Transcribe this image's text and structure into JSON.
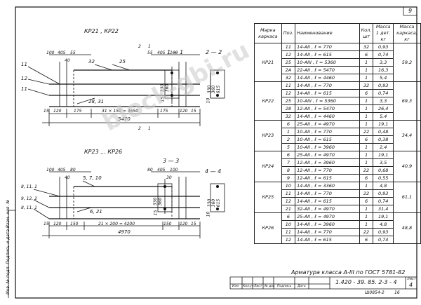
{
  "page_number": "9",
  "drawing1": {
    "title": "КР21 , КР22",
    "section_a": "1 — 1",
    "section_b": "2 — 2",
    "dims_top_left": [
      "100",
      "405",
      "55"
    ],
    "dims_top_right": [
      "55",
      "405",
      "100"
    ],
    "dim_40": "40",
    "label_32": "32",
    "label_25": "25",
    "label_28": "28, 31",
    "labels_left": [
      "11",
      "12",
      "11"
    ],
    "bottom_dims": [
      "15",
      "120",
      "175",
      "31 × 150 = 4650",
      "175",
      "120",
      "15"
    ],
    "total": "5470",
    "marks_1": [
      "1",
      "1"
    ],
    "marks_2": [
      "2",
      "2"
    ],
    "sec_dims": [
      "15",
      "330",
      "360",
      "15",
      "10",
      "330",
      "360",
      "615"
    ]
  },
  "drawing2": {
    "title": "КР23 ... КР26",
    "section_a": "3 — 3",
    "section_b": "4 — 4",
    "dims_top_left": [
      "100",
      "405",
      "80"
    ],
    "dims_top_right": [
      "80",
      "405",
      "100"
    ],
    "dim_40": "40",
    "dim_30": "30",
    "label_57": "5, 7, 10",
    "label_621": "6, 21",
    "labels_left": [
      "8, 11, 1",
      "9, 12, 2",
      "8, 11, 1"
    ],
    "bottom_dims": [
      "15",
      "120",
      "150",
      "21 × 200 = 4200",
      "150",
      "120",
      "15"
    ],
    "total": "4970",
    "sec_dims": [
      "15",
      "330",
      "360",
      "15",
      "10",
      "330",
      "360",
      "615"
    ]
  },
  "table": {
    "headers": [
      "Марка каркаса",
      "Поз.",
      "Наименование",
      "Кол. шт",
      "Масса 1 дет. кг",
      "Масса каркаса, кг"
    ],
    "groups": [
      {
        "mark": "КР21",
        "total": "59,2",
        "rows": [
          [
            "11",
            "14-AII ,  ℓ = 770",
            "32",
            "0,93"
          ],
          [
            "12",
            "14-AII ,  ℓ = 615",
            "6",
            "0,74"
          ],
          [
            "25",
            "10-AIII ,  ℓ = 5360",
            "1",
            "3,3"
          ],
          [
            "2A",
            "22-AII ,  ℓ = 5470",
            "1",
            "16,3"
          ],
          [
            "32",
            "14-AII ,  ℓ = 4460",
            "1",
            "5,4"
          ]
        ]
      },
      {
        "mark": "КР22",
        "total": "69,3",
        "rows": [
          [
            "11",
            "14-AII ,  ℓ = 770",
            "32",
            "0,93"
          ],
          [
            "12",
            "14-AII ,  ℓ = 615",
            "6",
            "0,74"
          ],
          [
            "25",
            "10-AIII ,  ℓ = 5360",
            "1",
            "3,3"
          ],
          [
            "28",
            "12-AII ,  ℓ = 5470",
            "1",
            "26,4"
          ],
          [
            "32",
            "14-AII ,  ℓ = 4460",
            "1",
            "5,4"
          ]
        ]
      },
      {
        "mark": "КР23",
        "total": "34,4",
        "rows": [
          [
            "6",
            "25-AII ,  ℓ = 4970",
            "1",
            "19,1"
          ],
          [
            "1",
            "10-AII ,  ℓ = 770",
            "22",
            "0,48"
          ],
          [
            "2",
            "10-AII ,  ℓ = 615",
            "6",
            "0,38"
          ],
          [
            "5",
            "10-AII ,  ℓ = 3960",
            "1",
            "2,4"
          ]
        ]
      },
      {
        "mark": "КР24",
        "total": "40,9",
        "rows": [
          [
            "6",
            "25-AII ,  ℓ = 4970",
            "1",
            "19,1"
          ],
          [
            "7",
            "12-AII ,  ℓ = 3960",
            "1",
            "3,5"
          ],
          [
            "8",
            "12-AII ,  ℓ = 770",
            "22",
            "0,68"
          ],
          [
            "9",
            "12-AII ,  ℓ = 615",
            "6",
            "0,55"
          ]
        ]
      },
      {
        "mark": "КР25",
        "total": "61,1",
        "rows": [
          [
            "10",
            "14-AII ,  ℓ = 3360",
            "1",
            "4,8"
          ],
          [
            "11",
            "14-AII ,  ℓ = 770",
            "22",
            "0,93"
          ],
          [
            "12",
            "14-AII ,  ℓ = 615",
            "6",
            "0,74"
          ],
          [
            "21",
            "32-AII ,  ℓ = 4970",
            "1",
            "31,4"
          ]
        ]
      },
      {
        "mark": "КР26",
        "total": "48,8",
        "rows": [
          [
            "6",
            "25-AII ,  ℓ = 4970",
            "1",
            "19,1"
          ],
          [
            "10",
            "14-AII ,  ℓ = 3960",
            "1",
            "4,8"
          ],
          [
            "11",
            "14-AII ,  ℓ = 770",
            "22",
            "0,93"
          ],
          [
            "12",
            "14-AII ,  ℓ = 615",
            "6",
            "0,74"
          ]
        ]
      }
    ]
  },
  "note": "Арматура класса  А-III  по ГОСТ 5781-82",
  "doc_code": "1.420 - 39. 85. 2-3 - 4",
  "sheet_label": "Лист",
  "sheet_num": "4",
  "title_block_cols": [
    "Изм",
    "Кол.уч",
    "Лист",
    "№ док",
    "Подпись",
    "Дата"
  ],
  "stamp": "Ш0854-2",
  "page_bottom": "16",
  "side_text": "Инв. № подл.   Подпись и дата   Взам. инв. №",
  "watermark": "block-gbi.ru"
}
